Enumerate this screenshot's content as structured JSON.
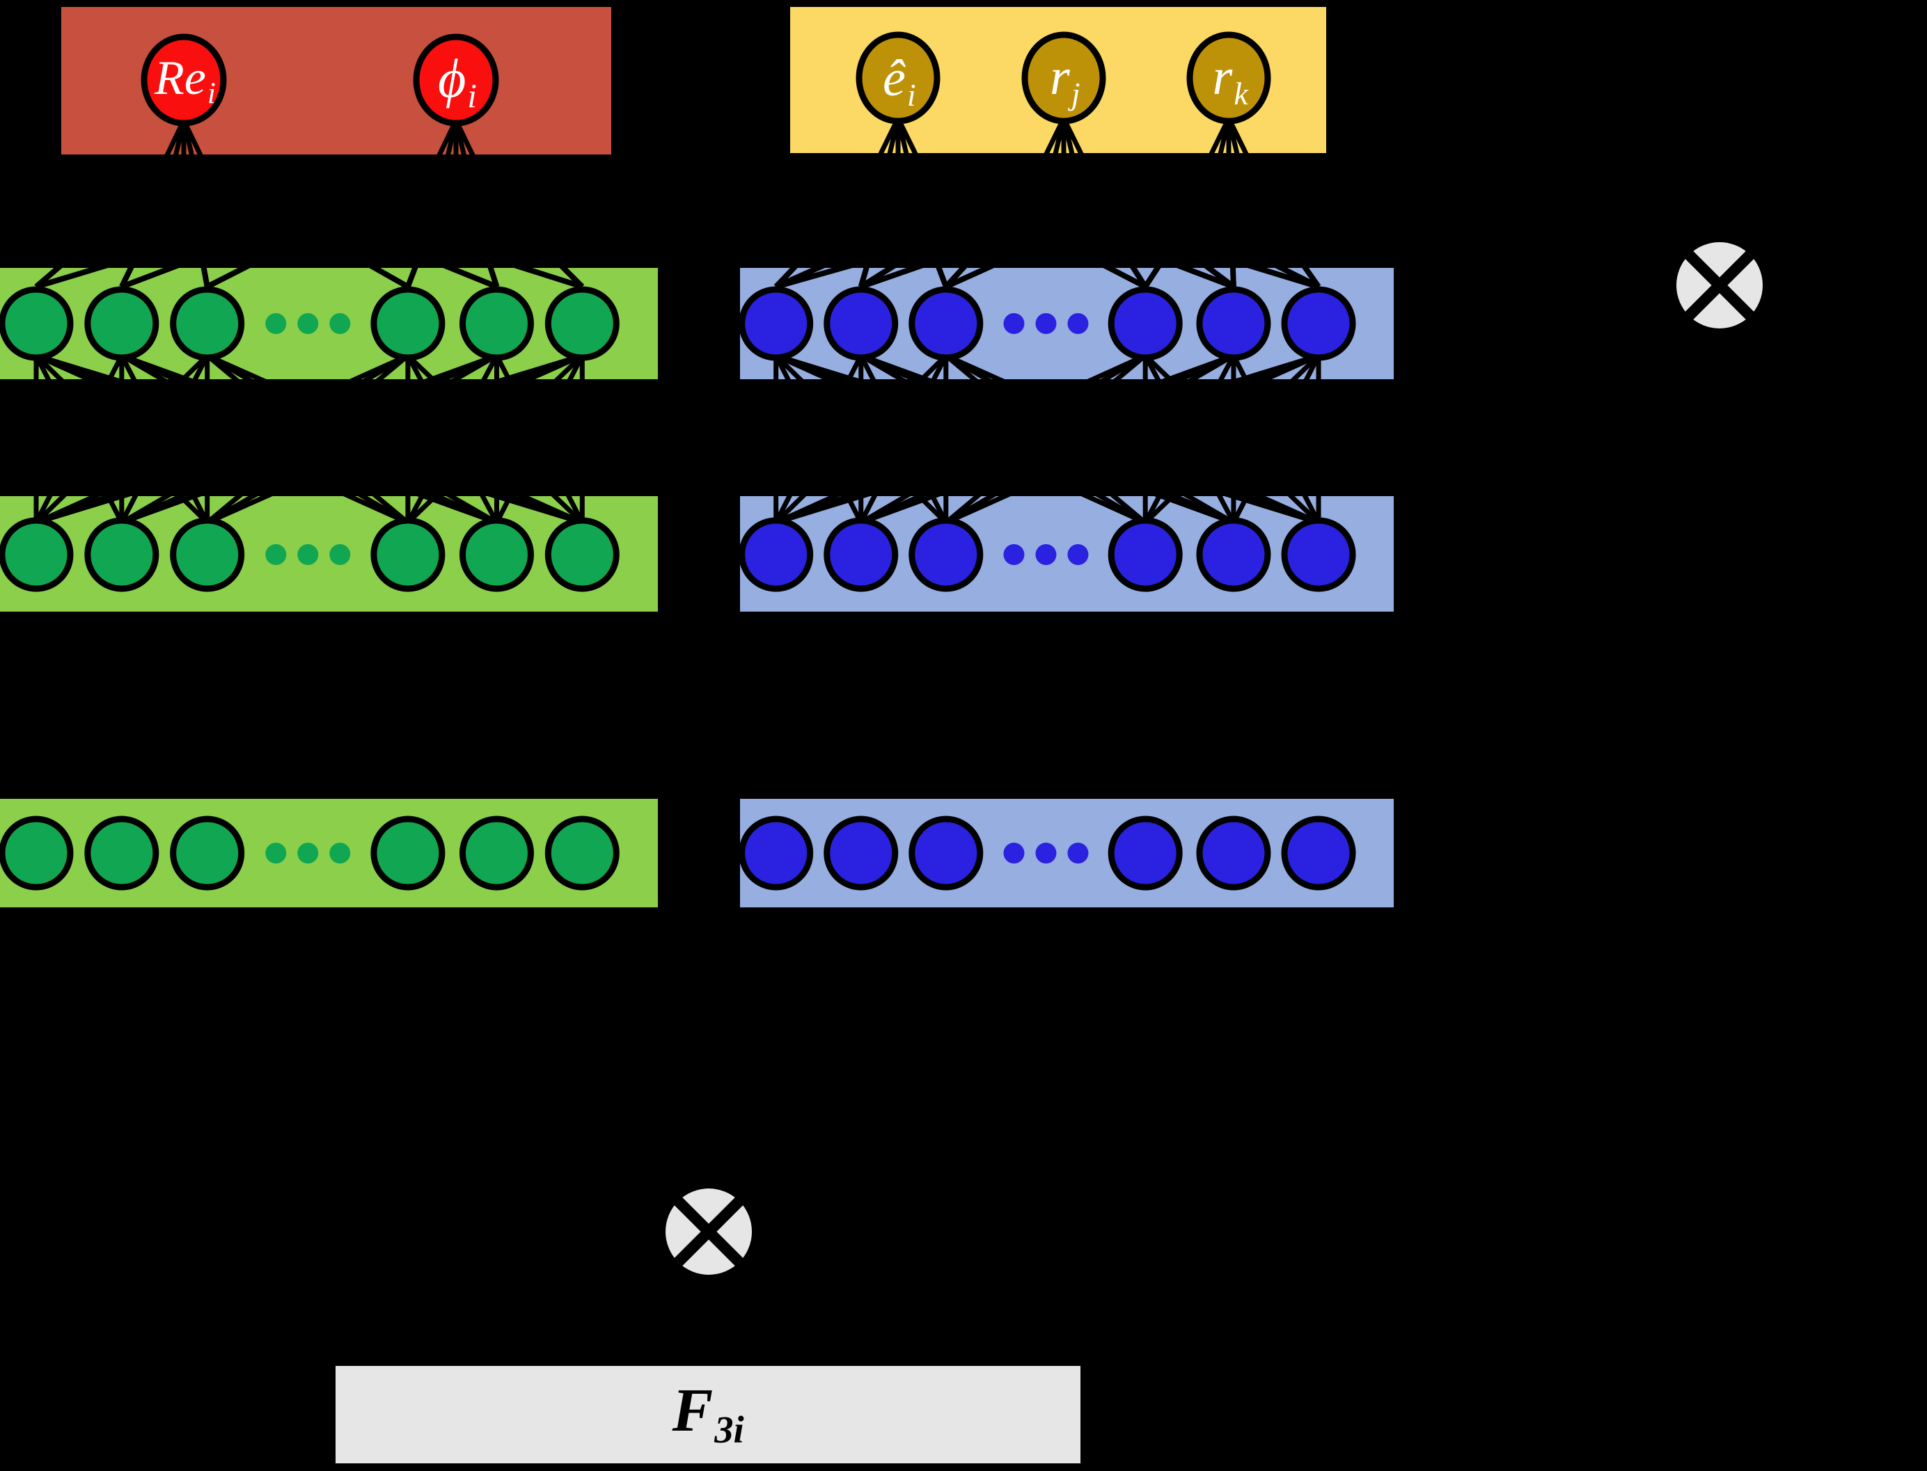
{
  "diagram": {
    "title": "Neural network schematic with tensor-product combination",
    "background_color": "#000000"
  },
  "input_groups": [
    {
      "id": "scalar-inputs",
      "panel_color": "#c8503f",
      "node_fill": "#fa0f0f",
      "node_stroke": "#000000",
      "label_color": "#ffffff",
      "nodes": [
        {
          "base": "Re",
          "sub": "i"
        },
        {
          "base": "ϕ",
          "sub": "i"
        }
      ]
    },
    {
      "id": "vector-inputs",
      "panel_color": "#fbd964",
      "node_fill": "#bd9108",
      "node_stroke": "#000000",
      "label_color": "#ffffff",
      "nodes": [
        {
          "base": "ê",
          "sub": "i"
        },
        {
          "base": "r",
          "sub": "j"
        },
        {
          "base": "r",
          "sub": "k"
        }
      ]
    }
  ],
  "hidden_stacks": [
    {
      "id": "scalar-branch",
      "panel_color": "#8bcf4b",
      "node_fill": "#11a651",
      "node_stroke": "#000000",
      "dots_color": "#11a651",
      "layers": [
        {
          "id": "green-layer-1",
          "neurons": 6,
          "ellipsis": true
        },
        {
          "id": "green-layer-2",
          "neurons": 6,
          "ellipsis": true
        },
        {
          "id": "green-layer-3",
          "neurons": 6,
          "ellipsis": true
        }
      ]
    },
    {
      "id": "vector-branch",
      "panel_color": "#96aee0",
      "node_fill": "#2b21e0",
      "node_stroke": "#000000",
      "dots_color": "#2b21e0",
      "layers": [
        {
          "id": "blue-layer-1",
          "neurons": 6,
          "ellipsis": true
        },
        {
          "id": "blue-layer-2",
          "neurons": 6,
          "ellipsis": true
        },
        {
          "id": "blue-layer-3",
          "neurons": 6,
          "ellipsis": true
        }
      ]
    }
  ],
  "operators": [
    {
      "id": "tensor-product-right",
      "symbol": "⊗",
      "fill": "#e6e6e6",
      "stroke": "#000000"
    },
    {
      "id": "tensor-product-bottom",
      "symbol": "⊗",
      "fill": "#e6e6e6",
      "stroke": "#000000"
    }
  ],
  "output": {
    "id": "force-output",
    "panel_color": "#e6e6e6",
    "text_color": "#000000",
    "base": "F",
    "sub": "3i"
  }
}
